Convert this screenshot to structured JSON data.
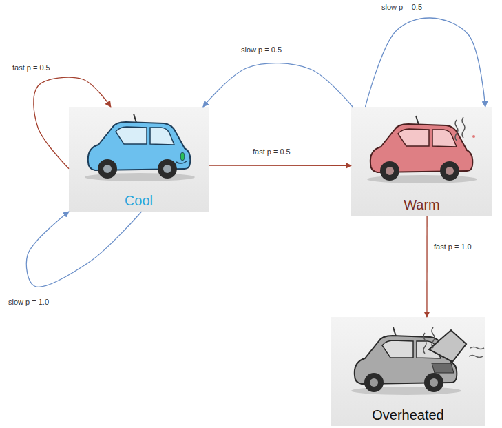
{
  "diagram": {
    "nodes": [
      {
        "text": [
          "Cool"
        ]
      },
      {
        "text": [
          "Warm"
        ]
      },
      {
        "text": [
          "Overheated"
        ]
      }
    ],
    "edges": [
      {
        "from": 0,
        "to": 0,
        "label": "fast p = 0.5",
        "arrow": "to"
      },
      {
        "from": 0,
        "to": 0,
        "label": "slow p = 1.0",
        "arrow": "to"
      },
      {
        "from": 0,
        "to": 1,
        "label": "fast p = 0.5",
        "arrow": "to"
      },
      {
        "from": 1,
        "to": 0,
        "label": "slow p = 0.5",
        "arrow": "to"
      },
      {
        "from": 1,
        "to": 1,
        "label": "slow p = 0.5",
        "arrow": "to"
      },
      {
        "from": 1,
        "to": 2,
        "label": "fast p = 1.0",
        "arrow": "to"
      }
    ]
  }
}
